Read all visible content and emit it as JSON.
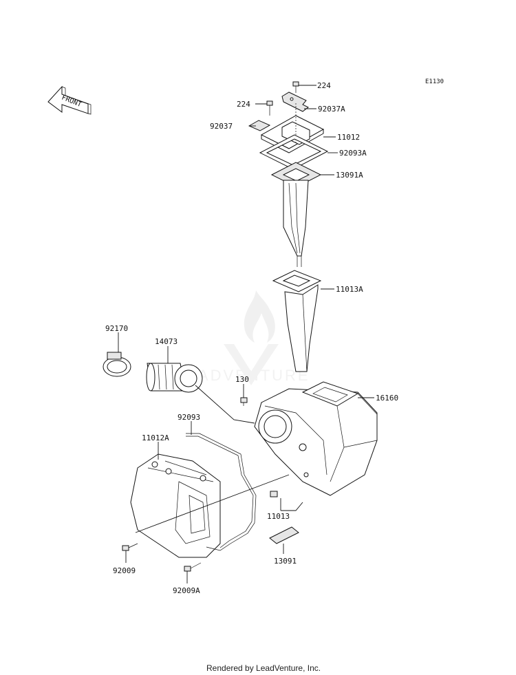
{
  "diagram": {
    "code": "E1130",
    "front_arrow_label": "FRONT",
    "footer": "Rendered by LeadVenture, Inc.",
    "parts": {
      "p224_top": "224",
      "p224_left": "224",
      "p92037A": "92037A",
      "p92037": "92037",
      "p11012": "11012",
      "p92093A": "92093A",
      "p13091A": "13091A",
      "p11013A": "11013A",
      "p92170": "92170",
      "p14073": "14073",
      "p130": "130",
      "p16160": "16160",
      "p92093": "92093",
      "p11012A": "11012A",
      "p11013": "11013",
      "p13091": "13091",
      "p92009": "92009",
      "p92009A": "92009A"
    }
  }
}
